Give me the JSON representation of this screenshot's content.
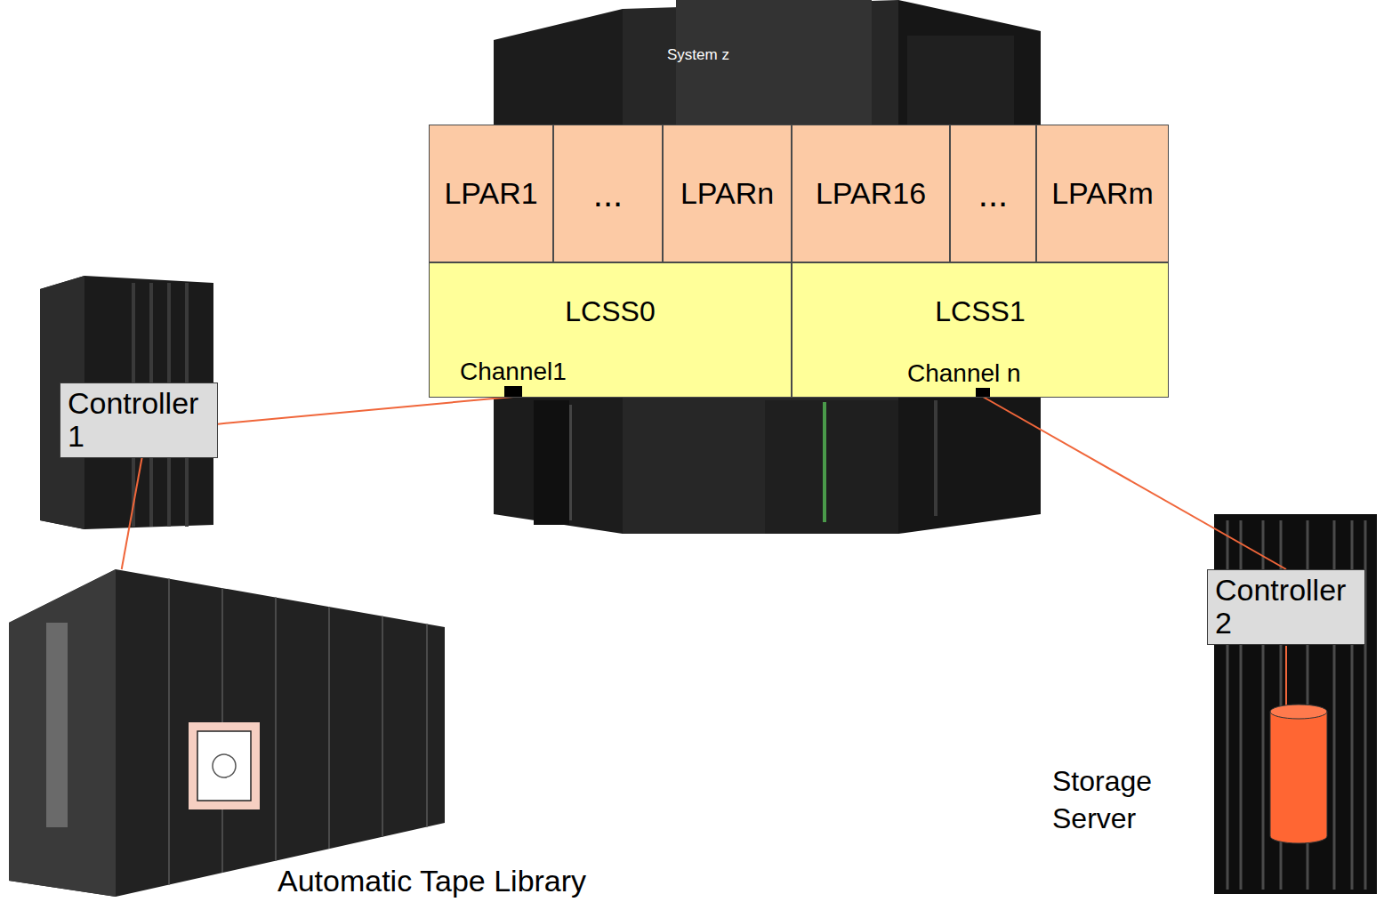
{
  "diagram": {
    "nodes": [
      {
        "text": [
          "System z"
        ]
      },
      {
        "text": [
          "LPAR1"
        ],
        "in": 0
      },
      {
        "text": [
          "..."
        ],
        "in": 0
      },
      {
        "text": [
          "LPARn"
        ],
        "in": 0
      },
      {
        "text": [
          "LPAR16"
        ],
        "in": 0
      },
      {
        "text": [
          "..."
        ],
        "in": 0
      },
      {
        "text": [
          "LPARm"
        ],
        "in": 0
      },
      {
        "text": [
          "LCSS0"
        ],
        "in": 0
      },
      {
        "text": [
          "Channel1"
        ],
        "in": 7
      },
      {
        "text": [
          "LCSS1"
        ],
        "in": 0
      },
      {
        "text": [
          "Channel n"
        ],
        "in": 9
      },
      {
        "text": [
          "Controller 1"
        ]
      },
      {
        "text": [
          "Automatic Tape Library"
        ]
      },
      {
        "text": [
          "Storage Server"
        ]
      },
      {
        "text": [
          "Controller 2"
        ],
        "in": 13
      }
    ],
    "edges": [
      {
        "from": 11,
        "to": 8,
        "arrow": "none"
      },
      {
        "from": 11,
        "to": 12,
        "arrow": "none"
      },
      {
        "from": 10,
        "to": 14,
        "arrow": "none"
      }
    ]
  }
}
